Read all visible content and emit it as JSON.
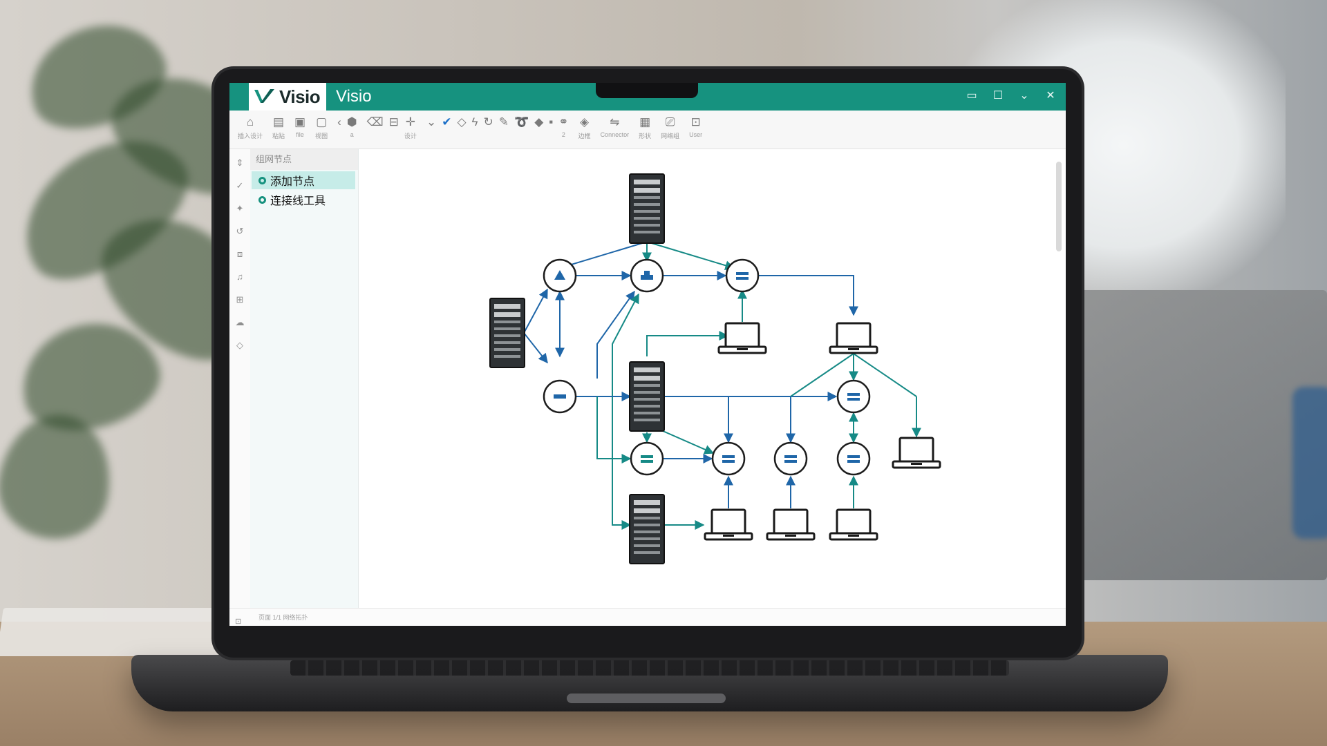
{
  "app": {
    "brand_text": "Visio",
    "title": "Visio"
  },
  "window_controls": [
    {
      "name": "minimize-button",
      "glyph": "▭"
    },
    {
      "name": "maximize-button",
      "glyph": "☐"
    },
    {
      "name": "ribbon-collapse-button",
      "glyph": "⌄"
    },
    {
      "name": "close-button",
      "glyph": "✕"
    }
  ],
  "toolbar": {
    "items": [
      {
        "name": "home",
        "icon": "home-icon",
        "glyph": "⌂",
        "label": "插入设计"
      },
      {
        "name": "file",
        "icon": "document-icon",
        "glyph": "▤",
        "label": "粘贴"
      },
      {
        "name": "format",
        "icon": "page-icon",
        "glyph": "▣",
        "label": "file"
      },
      {
        "name": "screen",
        "icon": "screen-icon",
        "glyph": "▢",
        "label": "视图"
      },
      {
        "name": "back",
        "icon": "chevron-left-icon",
        "glyph": "‹",
        "label": ""
      },
      {
        "name": "shape",
        "icon": "shape-icon",
        "glyph": "⬢",
        "label": "a"
      },
      {
        "name": "eraser",
        "icon": "eraser-icon",
        "glyph": "⌫",
        "label": ""
      },
      {
        "name": "display",
        "icon": "display-icon",
        "glyph": "⊟",
        "label": ""
      },
      {
        "name": "pointer",
        "icon": "pointer-icon",
        "glyph": "✛",
        "label": "设计"
      },
      {
        "name": "dropdown",
        "icon": "chevron-down-icon",
        "glyph": "⌄",
        "label": ""
      },
      {
        "name": "select",
        "icon": "checkmark-icon",
        "glyph": "✔",
        "label": "",
        "active": true
      },
      {
        "name": "diamond",
        "icon": "diamond-icon",
        "glyph": "◇",
        "label": ""
      },
      {
        "name": "lightning",
        "icon": "lightning-icon",
        "glyph": "ϟ",
        "label": ""
      },
      {
        "name": "redo",
        "icon": "redo-icon",
        "glyph": "↻",
        "label": ""
      },
      {
        "name": "pen",
        "icon": "pen-icon",
        "glyph": "✎",
        "label": ""
      },
      {
        "name": "lasso",
        "icon": "lasso-icon",
        "glyph": "➰",
        "label": ""
      },
      {
        "name": "fill",
        "icon": "fill-icon",
        "glyph": "◆",
        "label": ""
      },
      {
        "name": "rect",
        "icon": "rectangle-icon",
        "glyph": "▪",
        "label": ""
      },
      {
        "name": "link",
        "icon": "link-icon",
        "glyph": "⚭",
        "label": "2"
      },
      {
        "name": "layer",
        "icon": "layer-icon",
        "glyph": "◈",
        "label": "边框"
      },
      {
        "name": "connector",
        "icon": "connector-icon",
        "glyph": "⇋",
        "label": "Connector"
      },
      {
        "name": "table",
        "icon": "table-icon",
        "glyph": "▦",
        "label": "形状"
      },
      {
        "name": "monitor",
        "icon": "monitor-icon",
        "glyph": "⎚",
        "label": "网络组"
      },
      {
        "name": "user",
        "icon": "user-icon",
        "glyph": "⊡",
        "label": "User"
      }
    ]
  },
  "left_strip": [
    {
      "name": "collapse-icon",
      "glyph": "⇕"
    },
    {
      "name": "check-icon",
      "glyph": "✓"
    },
    {
      "name": "star-icon",
      "glyph": "✦"
    },
    {
      "name": "undo-icon",
      "glyph": "↺"
    },
    {
      "name": "box-icon",
      "glyph": "⧈"
    },
    {
      "name": "music-icon",
      "glyph": "♫"
    },
    {
      "name": "image-icon",
      "glyph": "⊞"
    },
    {
      "name": "cloud-icon",
      "glyph": "☁"
    },
    {
      "name": "tag-icon",
      "glyph": "◇"
    }
  ],
  "panel": {
    "header": "组网节点",
    "items": [
      {
        "label": "添加节点",
        "selected": true
      },
      {
        "label": "连接线工具",
        "selected": false
      }
    ]
  },
  "status_bar": {
    "text": "页面 1/1 网络拓扑"
  },
  "diagram": {
    "colors": {
      "arrow_blue": "#1f66a8",
      "arrow_teal": "#168a86",
      "node_border": "#1d1d1d",
      "server_fill": "#2e3235"
    },
    "nodes": [
      {
        "id": "s-top",
        "type": "server"
      },
      {
        "id": "s-left",
        "type": "server"
      },
      {
        "id": "s-mid",
        "type": "server"
      },
      {
        "id": "s-bot",
        "type": "server"
      },
      {
        "id": "r1",
        "type": "router",
        "icon": "triangle"
      },
      {
        "id": "r2",
        "type": "router",
        "icon": "stack"
      },
      {
        "id": "r3",
        "type": "router",
        "icon": "lines"
      },
      {
        "id": "r4",
        "type": "router",
        "icon": "dash"
      },
      {
        "id": "r5",
        "type": "router",
        "icon": "lines"
      },
      {
        "id": "r6",
        "type": "router",
        "icon": "teal-lines"
      },
      {
        "id": "r7",
        "type": "router",
        "icon": "lines"
      },
      {
        "id": "r8",
        "type": "router",
        "icon": "lines"
      },
      {
        "id": "r9",
        "type": "router",
        "icon": "lines"
      },
      {
        "id": "l1",
        "type": "laptop"
      },
      {
        "id": "l2",
        "type": "laptop"
      },
      {
        "id": "l3",
        "type": "laptop"
      },
      {
        "id": "l4",
        "type": "laptop"
      },
      {
        "id": "l5",
        "type": "laptop"
      },
      {
        "id": "l6",
        "type": "laptop"
      }
    ]
  }
}
